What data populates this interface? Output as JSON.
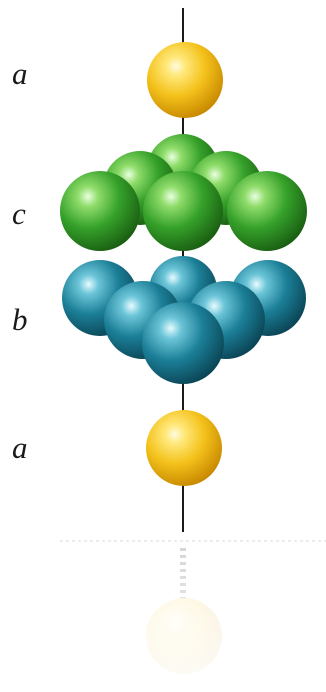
{
  "layers": {
    "top_a": {
      "label": "a",
      "color_name": "yellow"
    },
    "c": {
      "label": "c",
      "color_name": "green"
    },
    "b": {
      "label": "b",
      "color_name": "blue"
    },
    "bottom_a": {
      "label": "a",
      "color_name": "yellow"
    }
  },
  "colors": {
    "yellow": "#f4c21c",
    "green": "#35a12a",
    "blue": "#1b7f97",
    "axis": "#1a1a1a"
  }
}
